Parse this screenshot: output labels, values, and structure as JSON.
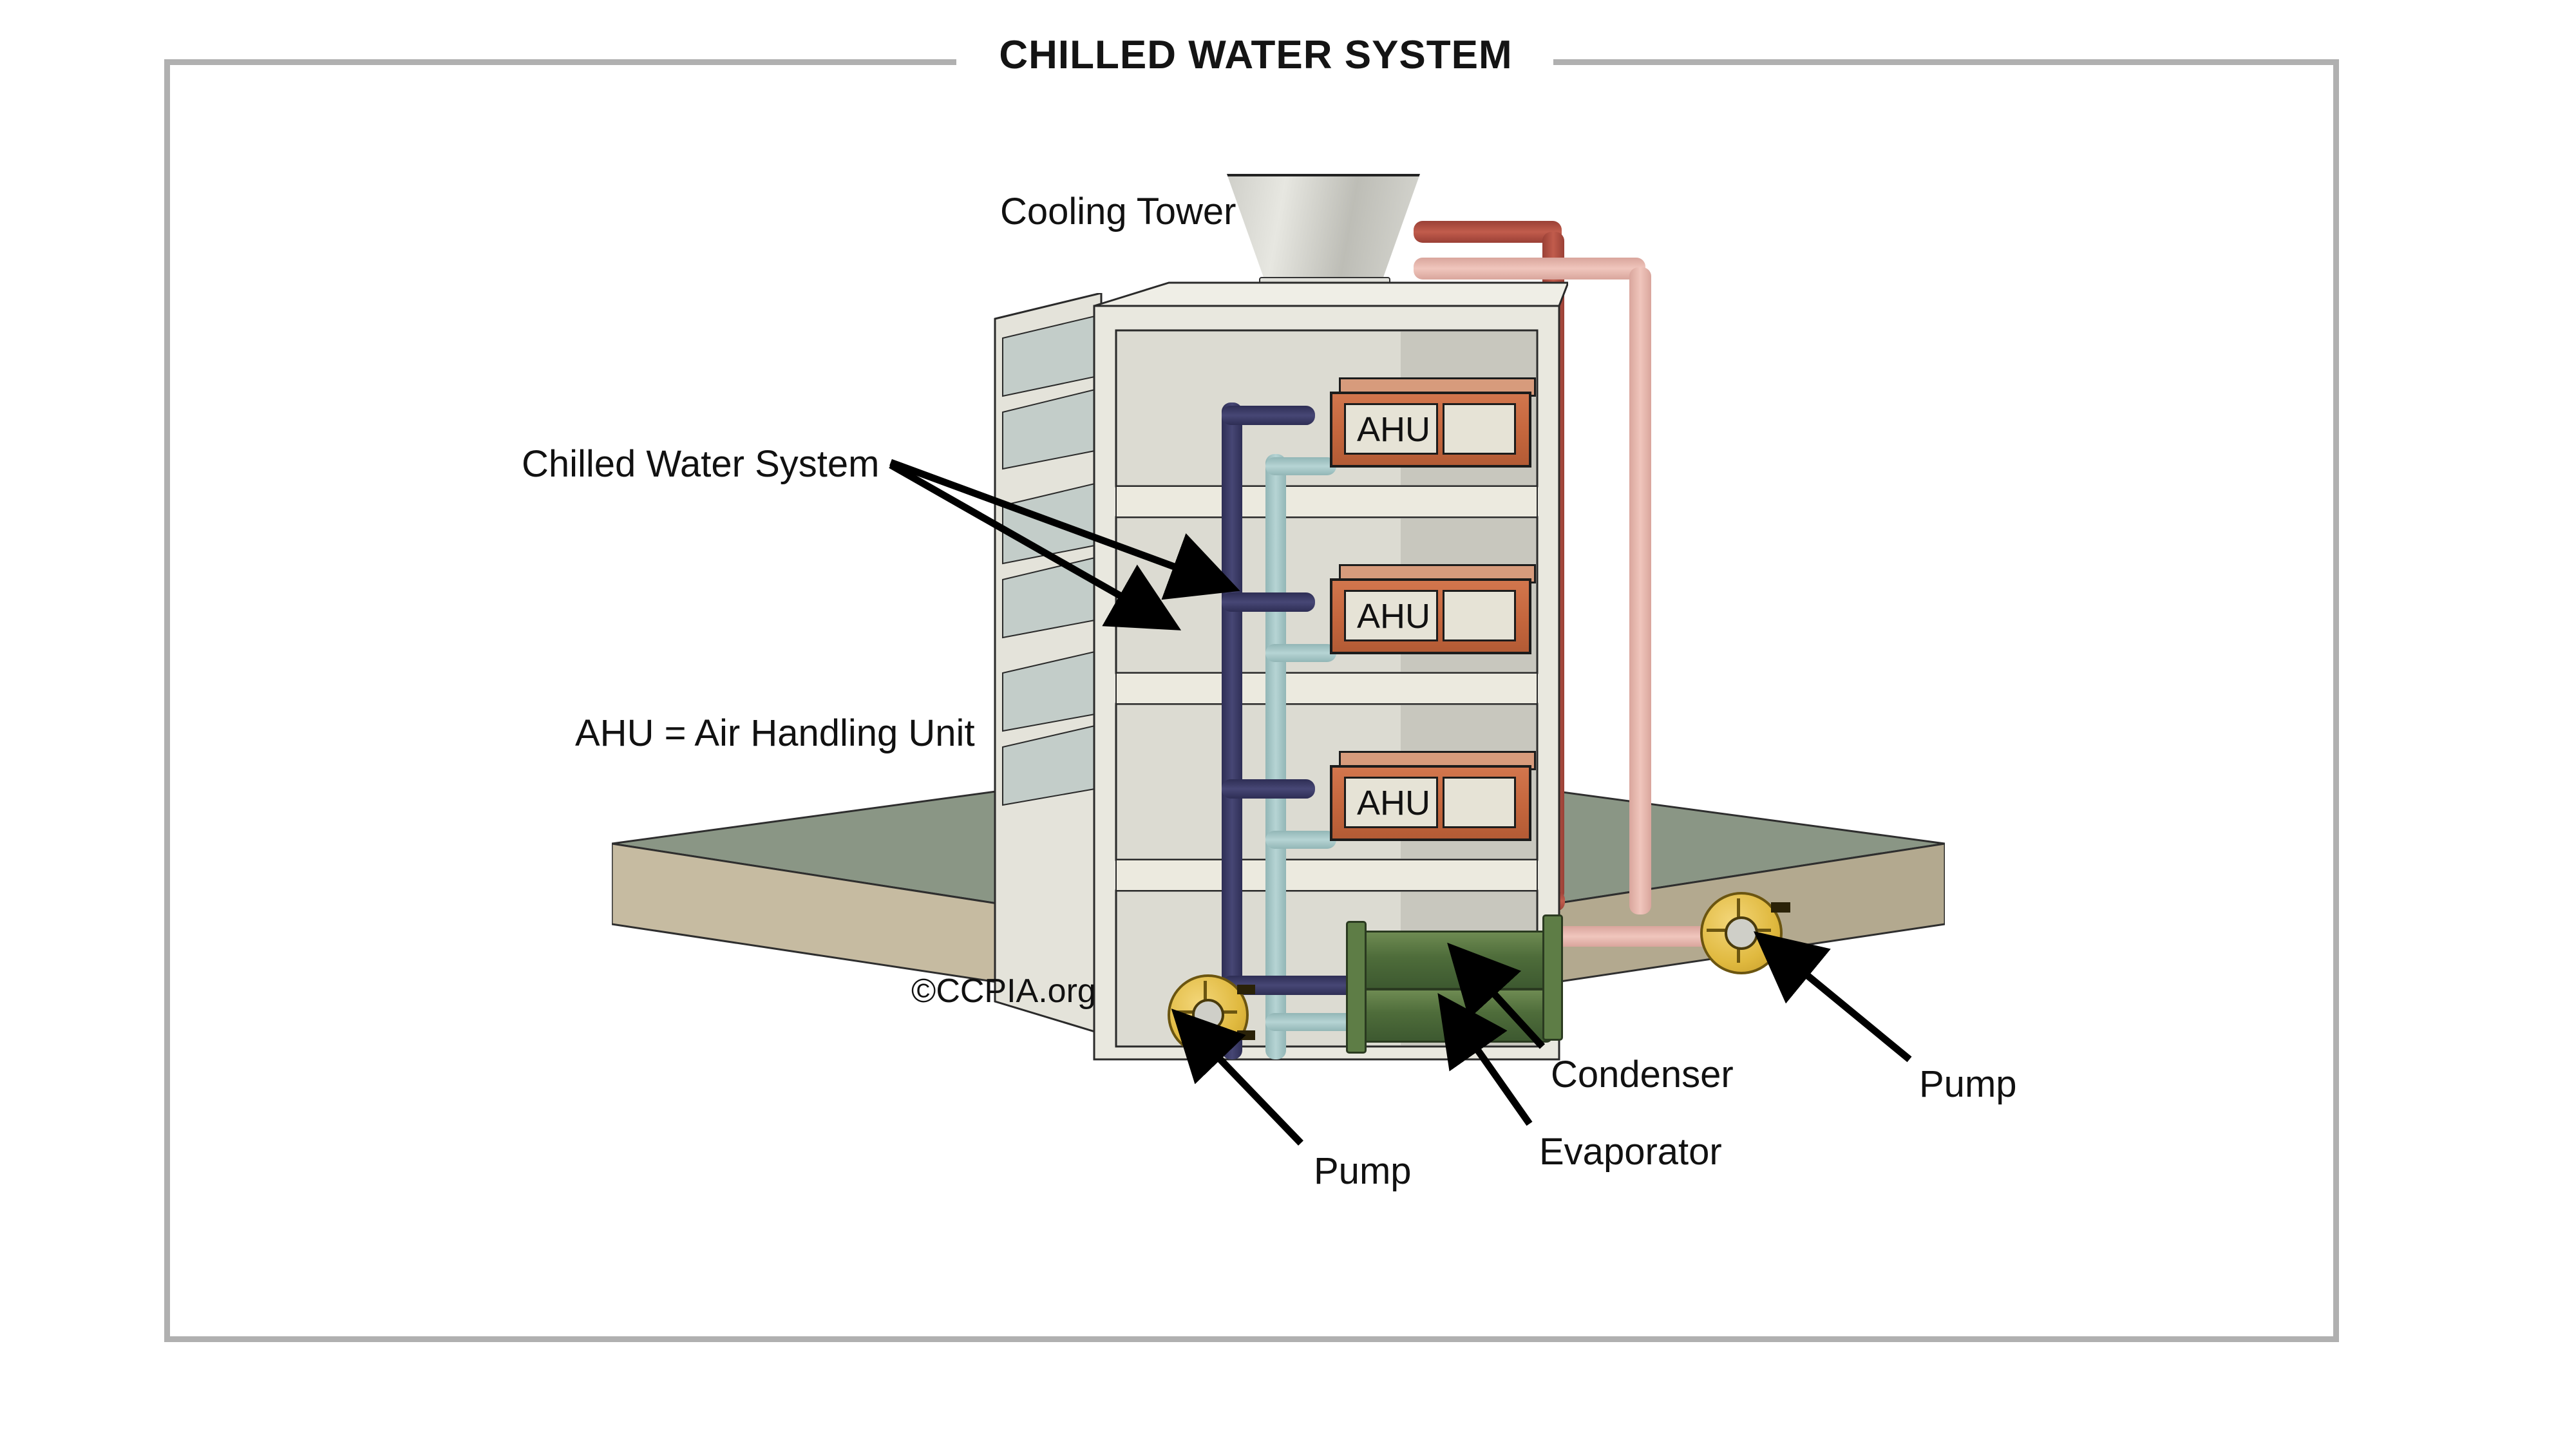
{
  "title": "CHILLED WATER SYSTEM",
  "watermark": "©CCPIA.org",
  "legend": {
    "abbreviation": "AHU = Air Handling Unit"
  },
  "labels": {
    "cooling_tower": "Cooling Tower",
    "chilled_water_system": "Chilled Water System",
    "pump_left": "Pump",
    "pump_right": "Pump",
    "condenser": "Condenser",
    "evaporator": "Evaporator"
  },
  "equipment": {
    "ahu_units": [
      {
        "name": "AHU",
        "floor": 1
      },
      {
        "name": "AHU",
        "floor": 2
      },
      {
        "name": "AHU",
        "floor": 3
      }
    ],
    "chiller": {
      "condenser": "Condenser",
      "evaporator": "Evaporator"
    },
    "pumps": [
      {
        "name": "Pump",
        "location": "chilled-water-loop"
      },
      {
        "name": "Pump",
        "location": "condenser-water-loop"
      }
    ],
    "cooling_tower": {
      "name": "Cooling Tower"
    }
  },
  "colors": {
    "frame": "#b0b0b0",
    "title_text": "#141414",
    "chilled_water_supply_pipe": "#2e2e55",
    "chilled_water_return_pipe": "#b6d4d4",
    "condenser_water_hot_pipe": "#9a4036",
    "condenser_water_cool_pipe": "#e3b3a9",
    "ahu_casing": "#c4663d",
    "ahu_panel": "#e6e3d6",
    "chiller_shell": "#4e6c3a",
    "pump_casing": "#e0b93f",
    "building_structure": "#e9e8df",
    "window_glass": "#c3cdc9",
    "grass": "#8a9685",
    "soil": "#c9bea4",
    "cooling_tower": "#d8d8d2",
    "background": "#ffffff"
  },
  "structure": {
    "building_floors": 4,
    "description": "Cutaway multi-story building with three AHU floors and a basement chiller plant"
  }
}
